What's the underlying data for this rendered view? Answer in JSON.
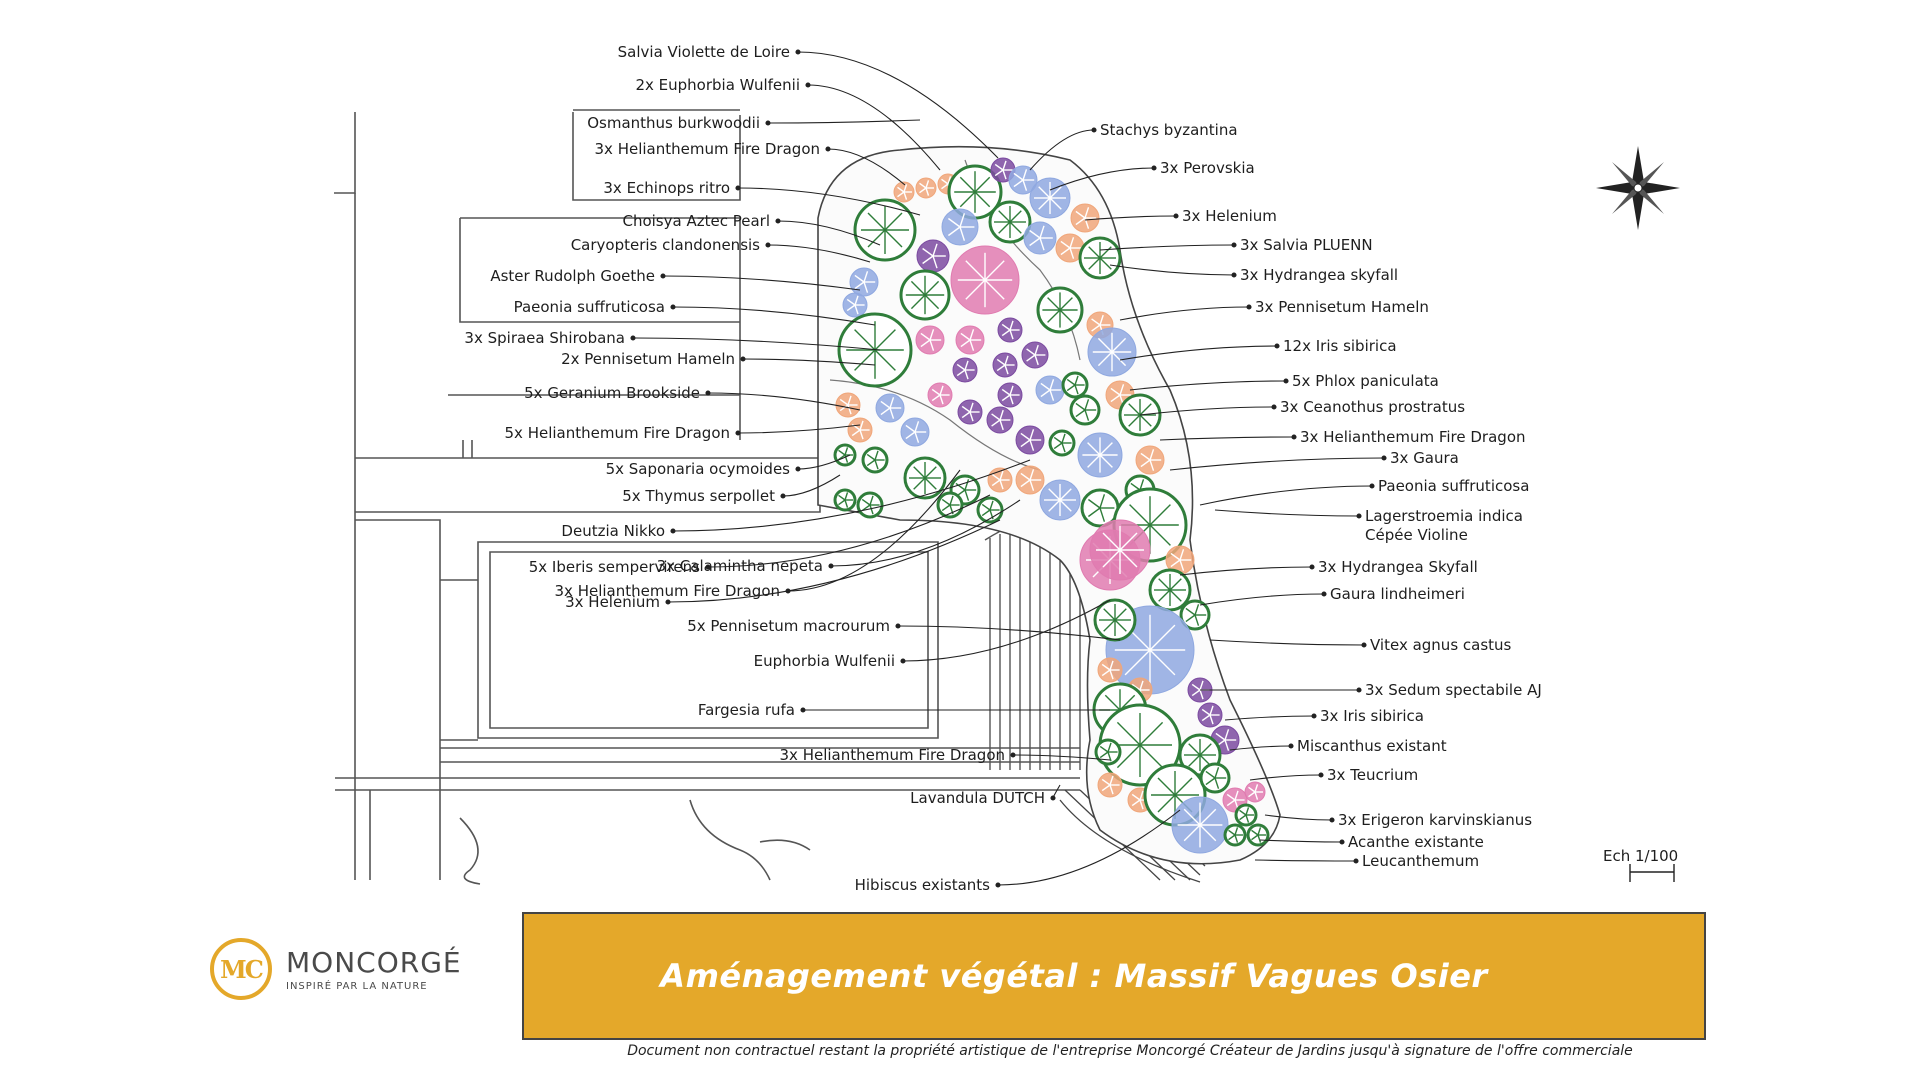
{
  "compass_icon": "compass-rose-icon",
  "scale": {
    "label": "Ech 1/100"
  },
  "labels_left": [
    "Salvia Violette de Loire",
    "2x Euphorbia Wulfenii",
    "Osmanthus burkwoodii",
    "3x Helianthemum Fire Dragon",
    "3x Echinops ritro",
    "Choisya Aztec Pearl",
    "Caryopteris clandonensis",
    "Aster Rudolph Goethe",
    "Paeonia suffruticosa",
    "3x Spiraea Shirobana",
    "2x Pennisetum Hameln",
    "5x Geranium Brookside",
    "5x Helianthemum Fire Dragon",
    "5x Saponaria ocymoides",
    "5x Thymus serpollet",
    "Deutzia Nikko",
    "5x Iberis sempervirens",
    "3x Helenium",
    "3x Calamintha nepeta",
    "3x Helianthemum Fire Dragon",
    "5x Pennisetum macrourum",
    "Euphorbia Wulfenii",
    "Fargesia rufa",
    "3x Helianthemum Fire Dragon",
    "Lavandula DUTCH",
    "Hibiscus existants"
  ],
  "labels_right": [
    "Stachys byzantina",
    "3x Perovskia",
    "3x Helenium",
    "3x Salvia PLUENN",
    "3x Hydrangea skyfall",
    "3x Pennisetum Hameln",
    "12x Iris sibirica",
    "5x Phlox paniculata",
    "3x Ceanothus prostratus",
    "3x Helianthemum Fire Dragon",
    "3x Gaura",
    "Paeonia suffruticosa",
    "Lagerstroemia indica Cépée Violine",
    "3x Hydrangea Skyfall",
    "Gaura lindheimeri",
    "Vitex agnus castus",
    "3x Sedum spectabile AJ",
    "3x Iris sibirica",
    "Miscanthus existant",
    "3x Teucrium",
    "3x Erigeron karvinskianus",
    "Acanthe existante",
    "Leucanthemum"
  ],
  "brand": {
    "logo_letters": "MC",
    "name": "MONCORGÉ",
    "tagline": "INSPIRÉ PAR LA NATURE"
  },
  "title": "Aménagement végétal : Massif Vagues Osier",
  "disclaimer": "Document non contractuel restant la propriété artistique de l'entreprise Moncorgé Créateur de Jardins jusqu'à signature de l'offre commerciale",
  "colors": {
    "accent": "#e4a82a",
    "orange": "#f0a67a",
    "green": "#2f7d3a",
    "purple": "#7b4aa0",
    "blue": "#8fa8e0",
    "pink": "#e07bb0"
  }
}
